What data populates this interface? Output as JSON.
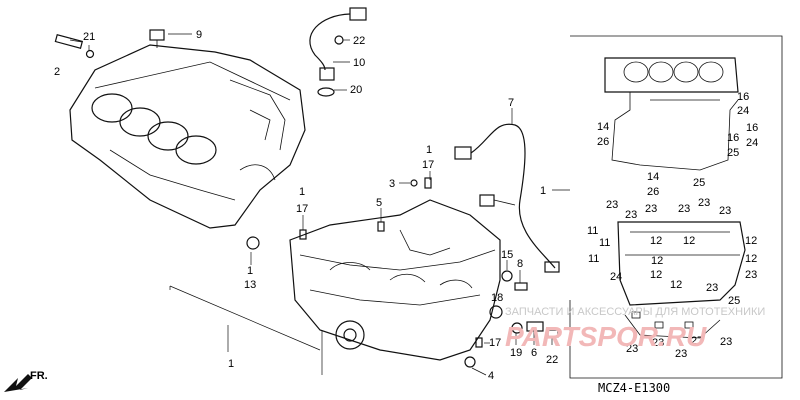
{
  "callouts": [
    {
      "id": "c-2",
      "text": "2"
    },
    {
      "id": "c-21",
      "text": "21"
    },
    {
      "id": "c-9",
      "text": "9"
    },
    {
      "id": "c-22a",
      "text": "22"
    },
    {
      "id": "c-10",
      "text": "10"
    },
    {
      "id": "c-20",
      "text": "20"
    },
    {
      "id": "c-7",
      "text": "7"
    },
    {
      "id": "c-1a",
      "text": "1"
    },
    {
      "id": "c-17a",
      "text": "17"
    },
    {
      "id": "c-3",
      "text": "3"
    },
    {
      "id": "c-1b",
      "text": "1"
    },
    {
      "id": "c-17b",
      "text": "17"
    },
    {
      "id": "c-5",
      "text": "5"
    },
    {
      "id": "c-1c",
      "text": "1"
    },
    {
      "id": "c-13",
      "text": "13"
    },
    {
      "id": "c-1d",
      "text": "1"
    },
    {
      "id": "c-15",
      "text": "15"
    },
    {
      "id": "c-8",
      "text": "8"
    },
    {
      "id": "c-18",
      "text": "18"
    },
    {
      "id": "c-17c",
      "text": "17"
    },
    {
      "id": "c-4",
      "text": "4"
    },
    {
      "id": "c-19",
      "text": "19"
    },
    {
      "id": "c-6",
      "text": "6"
    },
    {
      "id": "c-22b",
      "text": "22"
    },
    {
      "id": "c-1e",
      "text": "1"
    },
    {
      "id": "r-16a",
      "text": "16"
    },
    {
      "id": "r-24a",
      "text": "24"
    },
    {
      "id": "r-14a",
      "text": "14"
    },
    {
      "id": "r-26a",
      "text": "26"
    },
    {
      "id": "r-16b",
      "text": "16"
    },
    {
      "id": "r-24b",
      "text": "24"
    },
    {
      "id": "r-16c",
      "text": "16"
    },
    {
      "id": "r-25a",
      "text": "25"
    },
    {
      "id": "r-14b",
      "text": "14"
    },
    {
      "id": "r-26b",
      "text": "26"
    },
    {
      "id": "r-25b",
      "text": "25"
    },
    {
      "id": "r-23a",
      "text": "23"
    },
    {
      "id": "r-23b",
      "text": "23"
    },
    {
      "id": "r-23c",
      "text": "23"
    },
    {
      "id": "r-23d",
      "text": "23"
    },
    {
      "id": "r-23e",
      "text": "23"
    },
    {
      "id": "r-23f",
      "text": "23"
    },
    {
      "id": "r-11a",
      "text": "11"
    },
    {
      "id": "r-11b",
      "text": "11"
    },
    {
      "id": "r-12a",
      "text": "12"
    },
    {
      "id": "r-12b",
      "text": "12"
    },
    {
      "id": "r-12c",
      "text": "12"
    },
    {
      "id": "r-11c",
      "text": "11"
    },
    {
      "id": "r-12d",
      "text": "12"
    },
    {
      "id": "r-12e",
      "text": "12"
    },
    {
      "id": "r-24c",
      "text": "24"
    },
    {
      "id": "r-12f",
      "text": "12"
    },
    {
      "id": "r-23g",
      "text": "23"
    },
    {
      "id": "r-23h",
      "text": "23"
    },
    {
      "id": "r-25c",
      "text": "25"
    },
    {
      "id": "r-12g",
      "text": "12"
    },
    {
      "id": "r-23i",
      "text": "23"
    },
    {
      "id": "r-23j",
      "text": "23"
    },
    {
      "id": "r-27",
      "text": "27"
    },
    {
      "id": "r-23k",
      "text": "23"
    },
    {
      "id": "r-23l",
      "text": "23"
    }
  ],
  "front_label": "FR.",
  "diagram_code": "MCZ4-E1300",
  "watermark_line": "ЗАПЧАСТИ И АКСЕССУАРЫ ДЛЯ МОТОТЕХНИКИ",
  "watermark_brand": "PARTSPOR.RU",
  "colors": {
    "ink": "#111111",
    "watermark_text": "#c8c8c8",
    "watermark_brand": "#f2b8b8"
  }
}
